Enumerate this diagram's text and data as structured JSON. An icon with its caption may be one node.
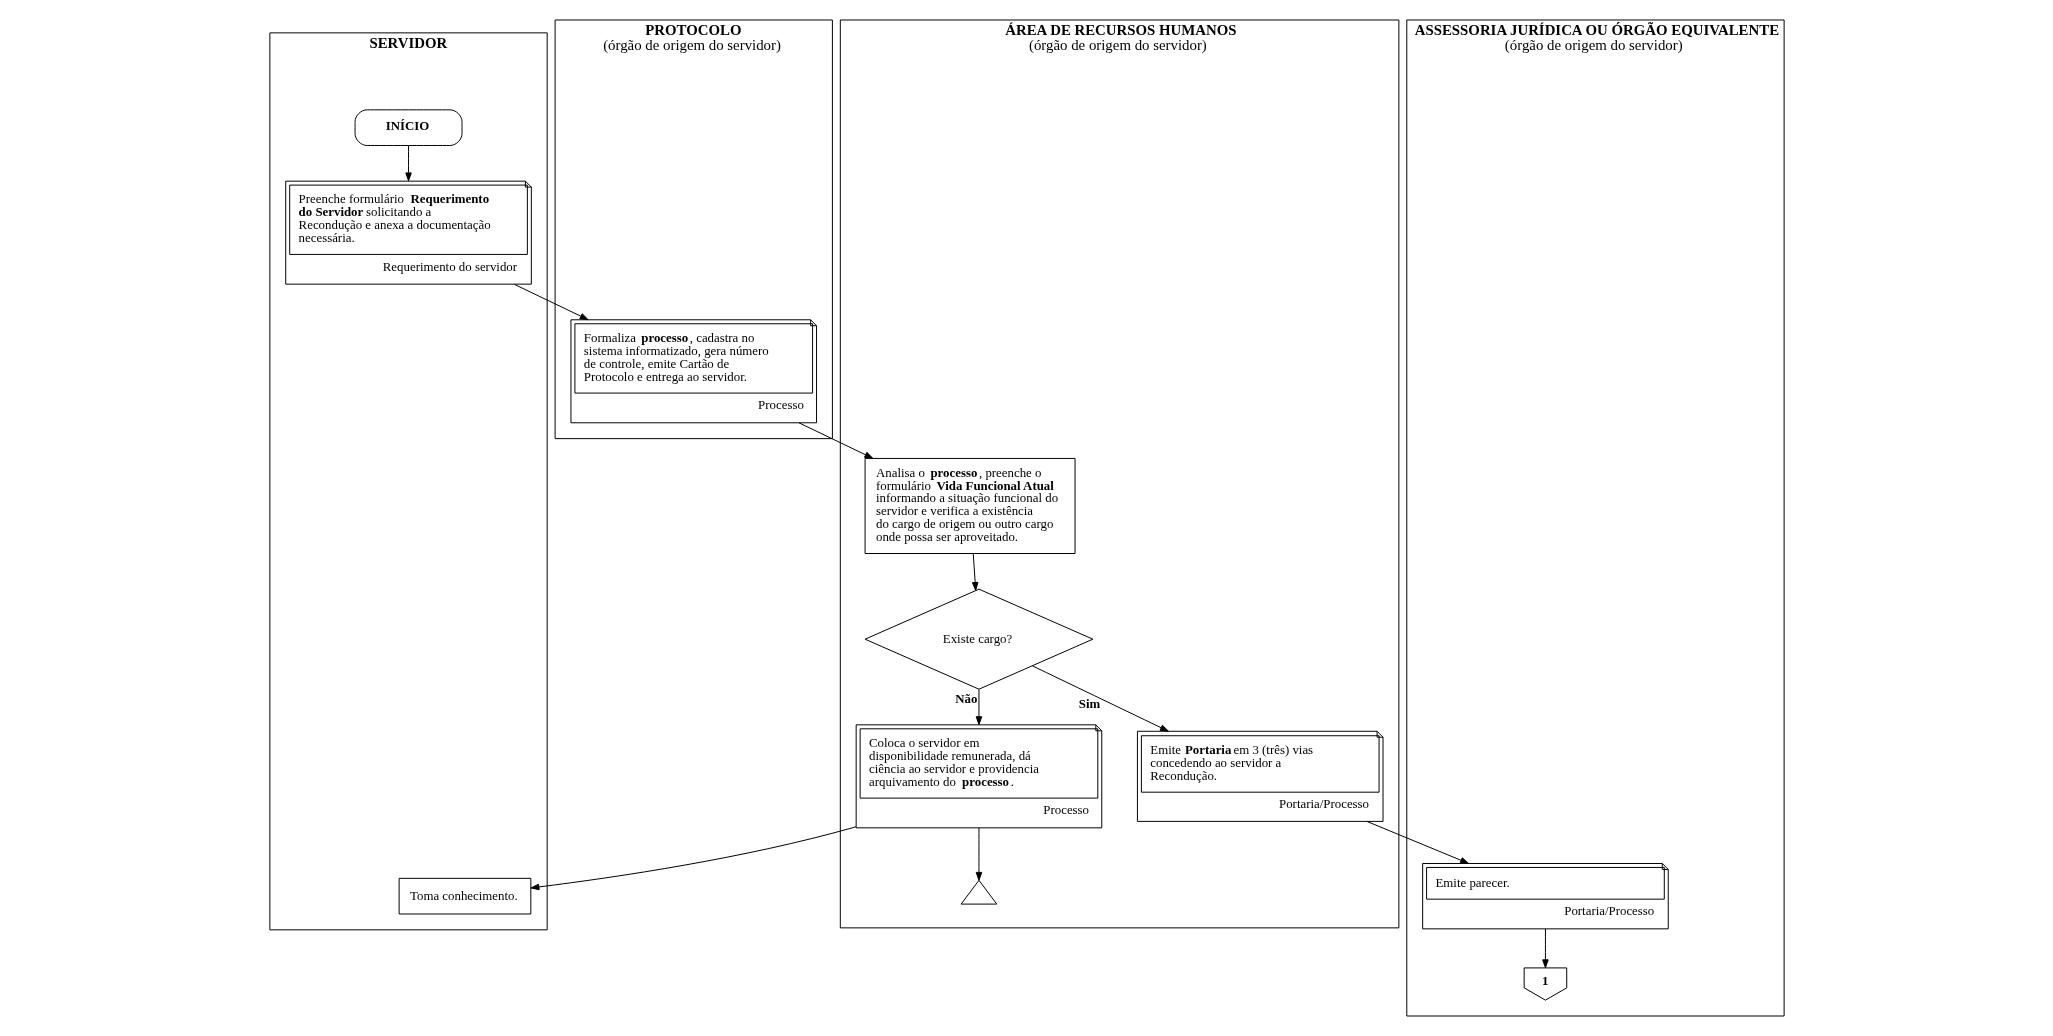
{
  "diagram": {
    "nodes": [
      {
        "text": [
          "SERVIDOR"
        ]
      },
      {
        "text": [
          "PROTOCOLO",
          "(órgão de origem do servidor)"
        ]
      },
      {
        "text": [
          "ÁREA DE RECURSOS HUMANOS",
          "(órgão de origem do servidor)"
        ]
      },
      {
        "text": [
          "ASSESSORIA JURÍDICA OU ÓRGÃO EQUIVALENTE",
          "(órgão de origem do servidor)"
        ]
      },
      {
        "text": [
          "INÍCIO"
        ],
        "in": 0
      },
      {
        "text": [
          "Preenche formulário **Requerimento do Servidor** solicitando a Recondução e anexa a documentação necessária.",
          "Requerimento do servidor"
        ],
        "in": 0
      },
      {
        "text": [
          "Formaliza **processo**, cadastra no sistema informatizado, gera número de controle, emite Cartão de Protocolo e entrega ao servidor.",
          "Processo"
        ],
        "in": 1
      },
      {
        "text": [
          "Analisa o **processo**, preenche o formulário **Vida Funcional Atual** informando a situação funcional do servidor e verifica a existência do cargo de origem ou outro cargo onde possa ser aproveitado."
        ],
        "in": 2
      },
      {
        "text": [
          "Existe cargo?"
        ],
        "in": 2
      },
      {
        "text": [
          "Coloca o servidor em disponibilidade remunerada, dá ciência ao servidor e providencia arquivamento do **processo**.",
          "Processo"
        ],
        "in": 2
      },
      {
        "text": [
          "Emite **Portaria** em 3 (três) vias concedendo ao servidor a Recondução.",
          "Portaria/Processo"
        ],
        "in": 2
      },
      {
        "text": [
          "Emite parecer.",
          "Portaria/Processo"
        ],
        "in": 3
      },
      {
        "text": [
          "1"
        ],
        "in": 3
      },
      {
        "text": [
          "Toma conhecimento."
        ],
        "in": 0
      },
      {
        "text": [],
        "shape": "triangle",
        "in": 2
      }
    ],
    "edges": [
      {
        "from": 4,
        "to": 5,
        "arrow": "to"
      },
      {
        "from": 5,
        "to": 6,
        "arrow": "to"
      },
      {
        "from": 6,
        "to": 7,
        "arrow": "to"
      },
      {
        "from": 7,
        "to": 8,
        "arrow": "to"
      },
      {
        "from": 8,
        "to": 9,
        "arrow": "to",
        "label": "Não"
      },
      {
        "from": 8,
        "to": 10,
        "arrow": "to",
        "label": "Sim"
      },
      {
        "from": 10,
        "to": 11,
        "arrow": "to"
      },
      {
        "from": 11,
        "to": 12,
        "arrow": "to"
      },
      {
        "from": 9,
        "to": 13,
        "arrow": "to"
      },
      {
        "from": 9,
        "to": 14,
        "arrow": "to"
      }
    ]
  }
}
